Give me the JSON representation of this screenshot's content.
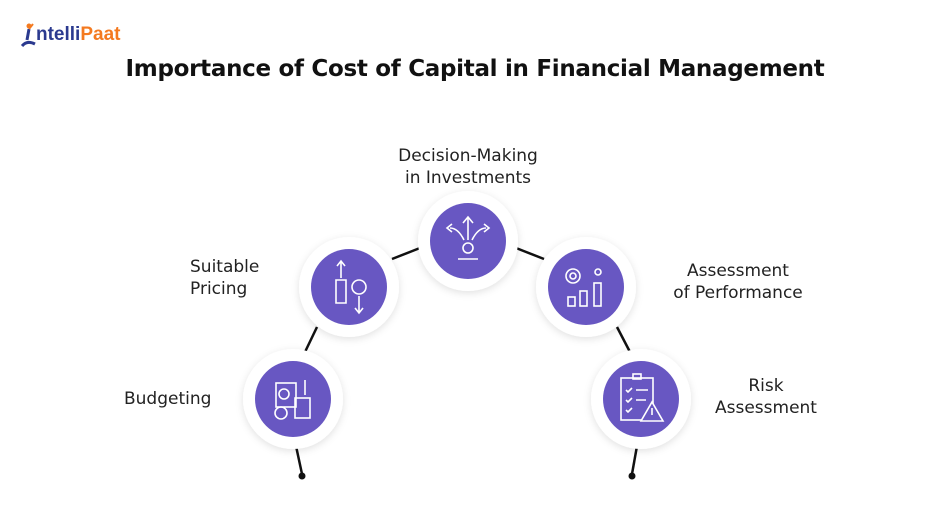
{
  "logo": {
    "part1": "ntelli",
    "part2": "Paat",
    "initial": "I"
  },
  "title": "Importance of Cost of Capital in Financial Management",
  "nodes": [
    {
      "label_line1": "Budgeting",
      "label_line2": "",
      "icon": "budget-calculator-icon"
    },
    {
      "label_line1": "Suitable",
      "label_line2": "Pricing",
      "icon": "price-tag-icon"
    },
    {
      "label_line1": "Decision-Making",
      "label_line2": "in Investments",
      "icon": "decision-arrows-icon"
    },
    {
      "label_line1": "Assessment",
      "label_line2": "of Performance",
      "icon": "performance-chart-icon"
    },
    {
      "label_line1": "Risk",
      "label_line2": "Assessment",
      "icon": "risk-clipboard-icon"
    }
  ],
  "colors": {
    "accent": "#6857C2",
    "line": "#111111"
  }
}
